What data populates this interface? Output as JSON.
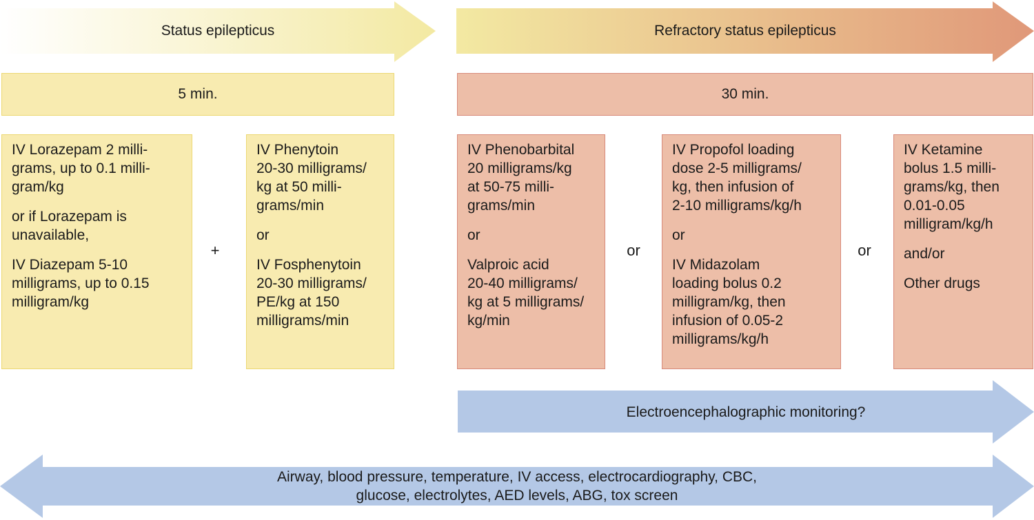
{
  "arrows": {
    "status": "Status epilepticus",
    "refractory": "Refractory status epilepticus",
    "eeg": "Electroencephalographic monitoring?",
    "supportive_line1": "Airway, blood pressure, temperature, IV access, electrocardiography, CBC,",
    "supportive_line2": "glucose, electrolytes, AED levels, ABG, tox screen"
  },
  "times": {
    "early": "5 min.",
    "refractory": "30 min."
  },
  "boxes": {
    "lorazepam": [
      "IV Lorazepam 2 milli-\ngrams, up to 0.1 milli-\ngram/kg",
      "or if Lorazepam is\nunavailable,",
      "IV Diazepam 5-10\nmilligrams, up to 0.15\nmilligram/kg"
    ],
    "phenytoin": [
      "IV Phenytoin\n20-30 milligrams/\nkg at 50 milli-\ngrams/min",
      "or",
      "IV Fosphenytoin\n20-30 milligrams/\nPE/kg at 150\nmilligrams/min"
    ],
    "phenobarbital": [
      "IV Phenobarbital\n20 milligrams/kg\nat 50-75 milli-\ngrams/min",
      "or",
      "Valproic acid\n20-40 milligrams/\nkg at 5 milligrams/\nkg/min"
    ],
    "propofol": [
      "IV Propofol loading\ndose 2-5 milligrams/\nkg, then infusion of\n2-10 milligrams/kg/h",
      "or",
      "IV Midazolam\nloading bolus 0.2\nmilligram/kg, then\ninfusion of 0.05-2\nmilligrams/kg/h"
    ],
    "ketamine": [
      "IV Ketamine\nbolus 1.5 milli-\ngrams/kg, then\n0.01-0.05\nmilligram/kg/h",
      "and/or",
      "Other drugs"
    ]
  },
  "connectors": {
    "plus": "+",
    "or_1": "or",
    "or_2": "or"
  },
  "colors": {
    "yellow_fill": "#f8ebb0",
    "yellow_border": "#ecd873",
    "salmon_fill": "#edbea8",
    "salmon_border": "#d8897a",
    "blue_fill": "#b4c8e6"
  }
}
